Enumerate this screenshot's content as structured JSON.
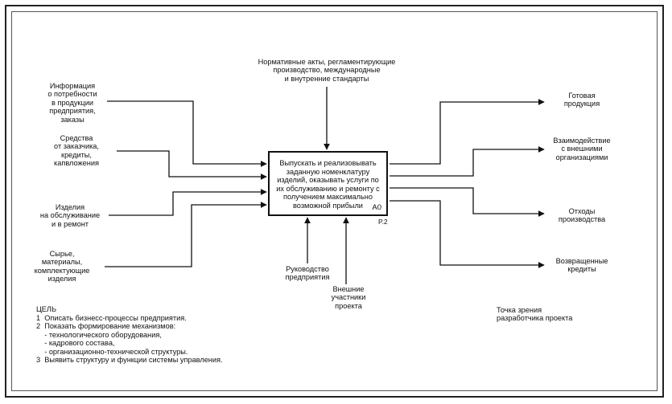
{
  "diagram": {
    "control": {
      "label": "Нормативные акты, регламентирующие\nпроизводство, международные\nи внутренние стандарты"
    },
    "function_box": {
      "text": "Выпускать и реализовывать\nзаданную номенклатуру\nизделий, оказывать услуги по\nих обслуживанию и ремонту с\nполучением максимально\nвозможной прибыли",
      "node_id": "A0",
      "page_ref": "P.2"
    },
    "inputs": [
      {
        "label": "Информация\nо потребности\nв продукции\nпредприятия,\nзаказы"
      },
      {
        "label": "Средства\nот заказчика,\nкредиты,\nкапвложения"
      },
      {
        "label": "Изделия\nна обслуживание\nи в ремонт"
      },
      {
        "label": "Сырье,\nматериалы,\nкомплектующие\nизделия"
      }
    ],
    "outputs": [
      {
        "label": "Готовая\nпродукция"
      },
      {
        "label": "Взаимодействие\nс внешними\nорганизациями"
      },
      {
        "label": "Отходы\nпроизводства"
      },
      {
        "label": "Возвращенные\nкредиты"
      }
    ],
    "mechanisms": [
      {
        "label": "Руководство\nпредприятия"
      },
      {
        "label": "Внешние\nучастники\nпроекта"
      }
    ],
    "goal": {
      "heading": "ЦЕЛЬ",
      "lines": [
        "1  Описать бизнесс-процессы предприятия.",
        "2  Показать формирование механизмов:",
        "    - технологического оборудования,",
        "    - кадрового состава,",
        "    - организационно-технической структуры.",
        "3  Выявить структуру и функции системы управления."
      ]
    },
    "viewpoint": {
      "label": "Точка зрения\nразработчика проекта"
    }
  }
}
